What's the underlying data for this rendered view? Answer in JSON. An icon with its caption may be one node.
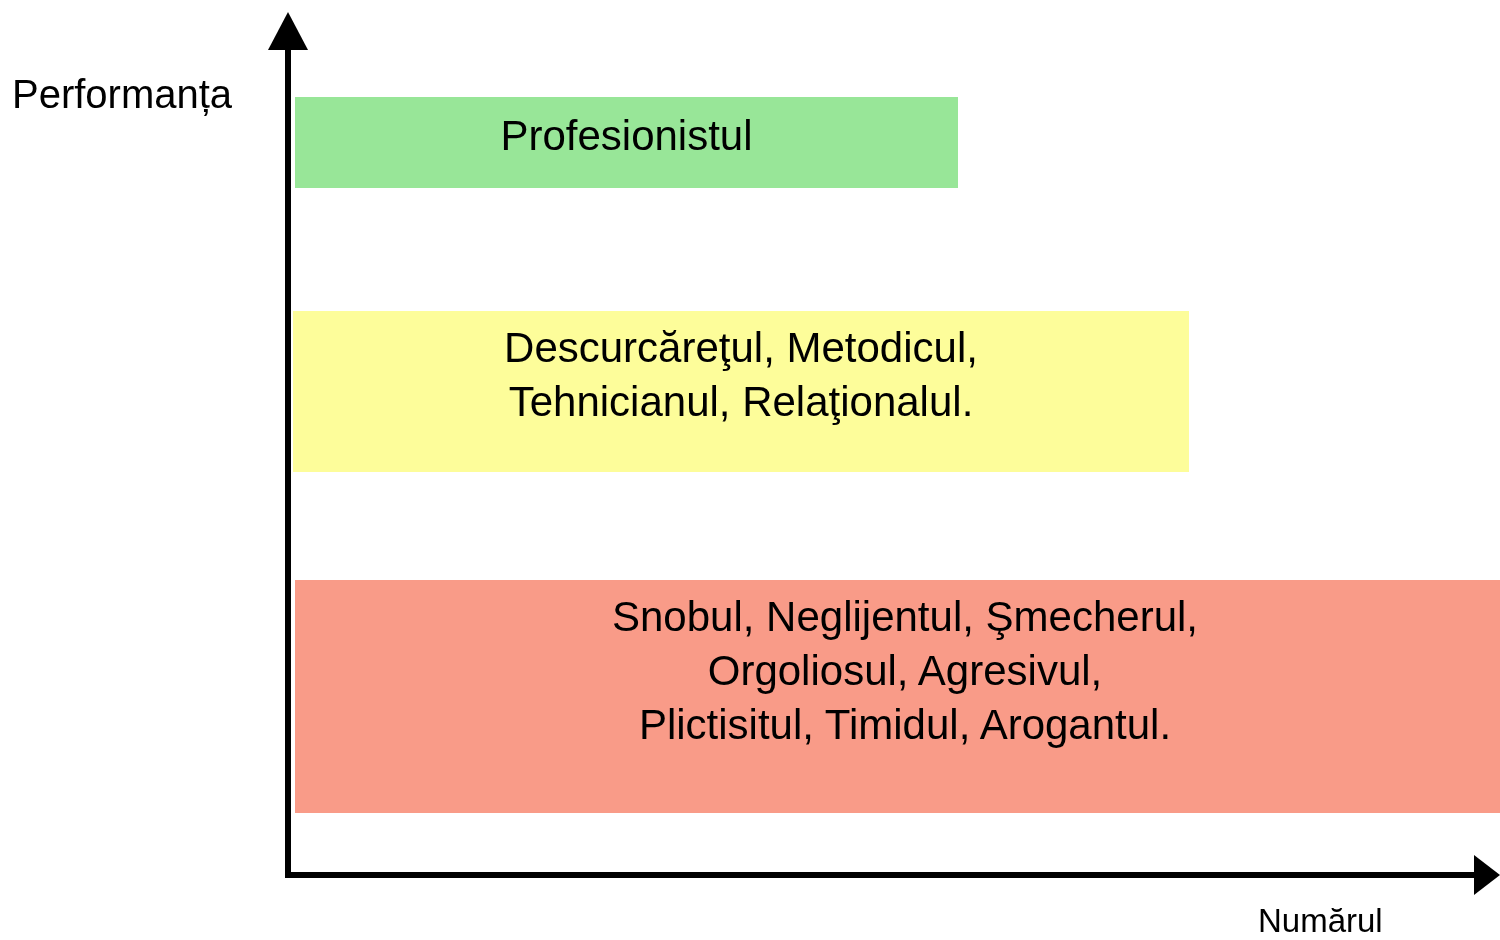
{
  "diagram": {
    "nodes": [
      {
        "text": [
          "Profesionistul"
        ]
      },
      {
        "text": [
          "Descurcăreţul, Metodicul, Tehnicianul, Relaţionalul."
        ]
      },
      {
        "text": [
          "Snobul, Neglijentul, Şmecherul, Orgoliosul, Agresivul, Plictisitul, Timidul, Arogantul."
        ]
      }
    ],
    "edges": [],
    "labels": [
      "Performanța",
      "Numărul"
    ]
  }
}
